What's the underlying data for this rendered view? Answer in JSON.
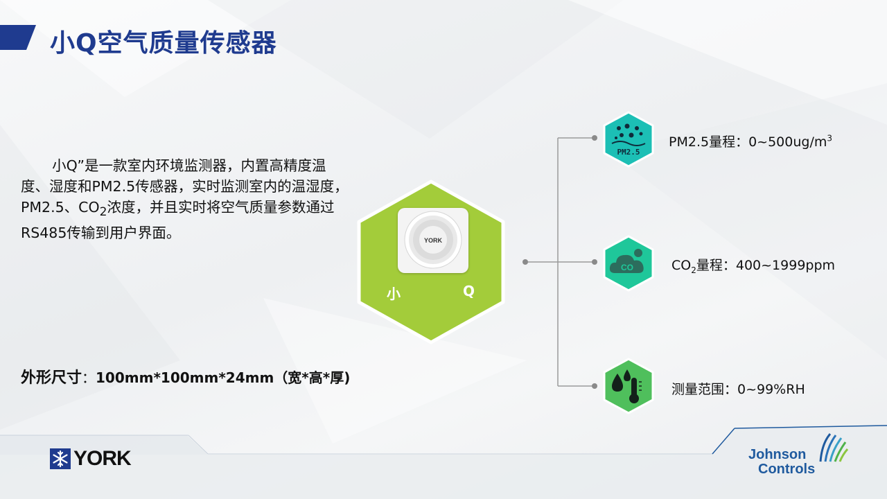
{
  "slide": {
    "title": "小Q空气质量传感器",
    "description_html": "小Q”是一款室内环境监测器，内置高精度温度、湿度和PM2.5传感器，实时监测室内的温湿度，PM2.5、CO<sub>2</sub>浓度，并且实时将空气质量参数通过RS485传输到用户界面。",
    "dimensions_label": "外形尺寸",
    "dimensions_colon": "：",
    "dimensions_value": "100mm*100mm*24mm（宽*高*厚)"
  },
  "product": {
    "label_left": "小",
    "label_right": "Q",
    "device_brand": "YORK"
  },
  "specs": [
    {
      "icon": "pm25-icon",
      "icon_text": "PM2.5",
      "label_html": "PM2.5量程：0~500ug/m<sup>3</sup>"
    },
    {
      "icon": "co2-cloud-icon",
      "icon_text": "CO",
      "label_html": "CO<sub>2</sub>量程：400~1999ppm"
    },
    {
      "icon": "humidity-thermometer-icon",
      "label_html": "测量范围：0~99%RH"
    }
  ],
  "logos": {
    "york": "YORK",
    "jc_line1": "Johnson",
    "jc_line2": "Controls"
  },
  "colors": {
    "title_blue": "#1f3b8f",
    "accent_green": "#a3cc3a",
    "teal": "#1cbfb5",
    "icon_green": "#4fbf5c",
    "jc_blue": "#1f5a9e"
  }
}
